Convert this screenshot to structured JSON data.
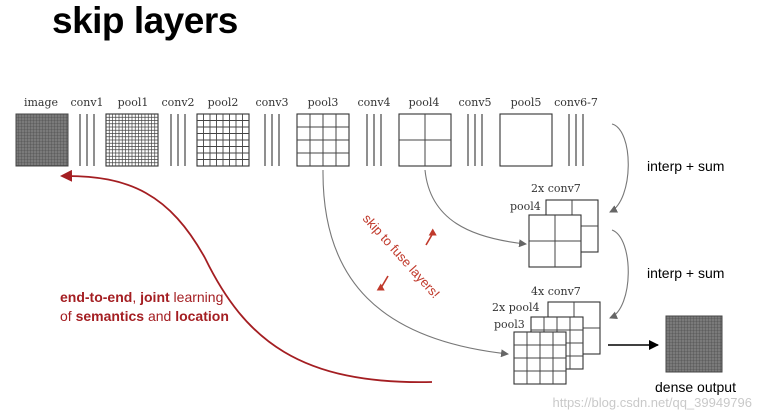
{
  "title": "skip layers",
  "layers": [
    "image",
    "conv1",
    "pool1",
    "conv2",
    "pool2",
    "conv3",
    "pool3",
    "conv4",
    "pool4",
    "conv5",
    "pool5",
    "conv6-7"
  ],
  "annotations": {
    "interp_sum_1": "interp + sum",
    "interp_sum_2": "interp + sum",
    "stack1_top": "2x conv7",
    "stack1_side": "pool4",
    "stack2_top": "4x conv7",
    "stack2_side1": "2x pool4",
    "stack2_side2": "pool3",
    "dense_output": "dense output",
    "skip_label": "skip to fuse layers!"
  },
  "caption": {
    "line1_bold1": "end-to-end",
    "line1_sep": ", ",
    "line1_bold2": "joint",
    "line1_rest": " learning",
    "line2_pre": "of ",
    "line2_bold1": "semantics",
    "line2_mid": " and ",
    "line2_bold2": "location"
  },
  "watermark": "https://blog.csdn.net/qq_39949796",
  "colors": {
    "accent_red": "#a41e22",
    "grid_gray": "#555555",
    "line_gray": "#777777"
  }
}
